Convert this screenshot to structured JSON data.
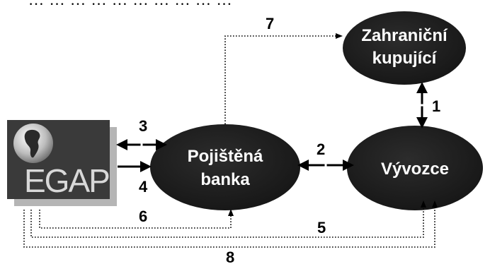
{
  "top_fragment": "… … … … … … … … … …",
  "nodes": {
    "egap": {
      "logo_text": "EGAP",
      "icon": "globe-icon"
    },
    "zahranicni": {
      "line1": "Zahraniční",
      "line2": "kupující"
    },
    "banka": {
      "line1": "Pojištěná",
      "line2": "banka"
    },
    "vyvozce": {
      "label": "Vývozce"
    }
  },
  "edges": {
    "e1": "1",
    "e2": "2",
    "e3": "3",
    "e4": "4",
    "e5": "5",
    "e6": "6",
    "e7": "7",
    "e8": "8"
  },
  "colors": {
    "node_fill": "#1e1e1e",
    "logo_box": "#3a3a3a",
    "logo_shadow": "#b5b5b5",
    "text_on_dark": "#ffffff",
    "line": "#000000"
  }
}
